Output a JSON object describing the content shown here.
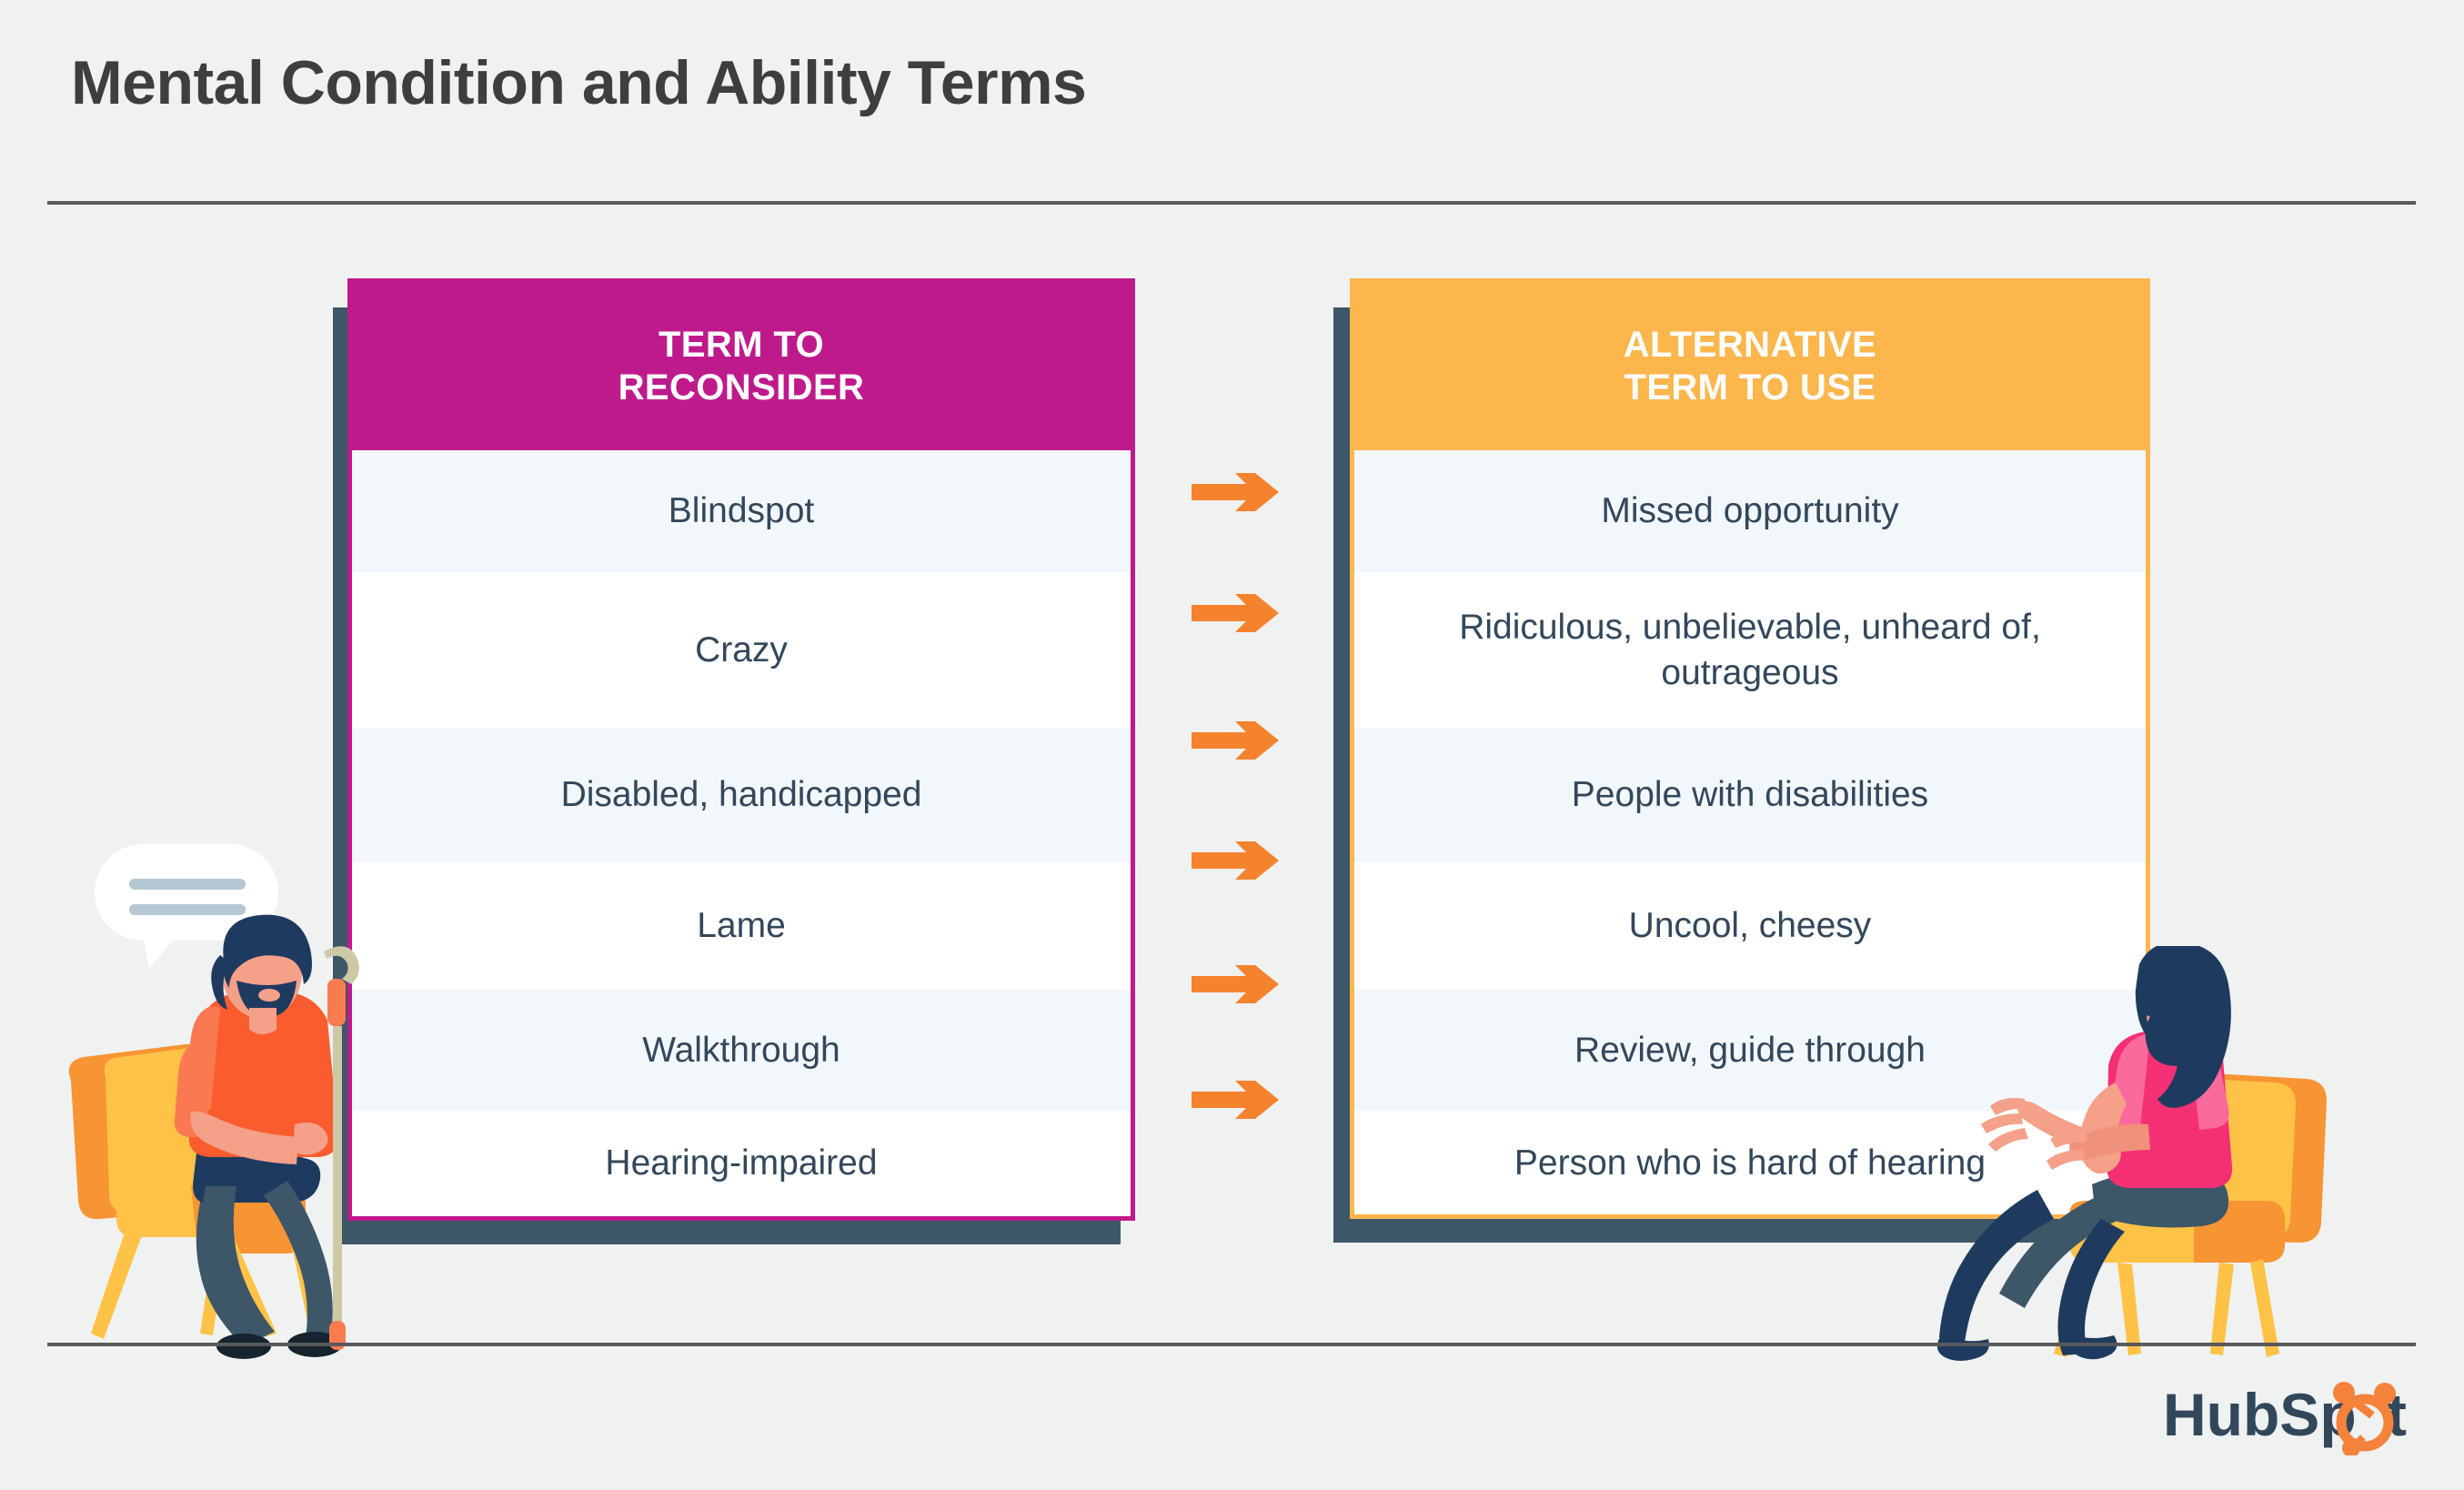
{
  "page": {
    "title": "Mental Condition and Ability Terms",
    "background_color": "#f0f1f1",
    "rule_color": "#58595b"
  },
  "colors": {
    "left_header_bg": "#bf1a8c",
    "right_header_bg": "#fbb64c",
    "card_shadow": "#3d5668",
    "row_alt_bg": "#f2f7fb",
    "row_plain_bg": "#ffffff",
    "body_text": "#33475b",
    "arrow": "#f5822d",
    "brand_navy": "#33475b",
    "brand_orange": "#f5823b"
  },
  "table": {
    "headers": {
      "left": "TERM TO\nRECONSIDER",
      "left_line1": "TERM TO",
      "left_line2": "RECONSIDER",
      "right": "ALTERNATIVE\nTERM TO USE",
      "right_line1": "ALTERNATIVE",
      "right_line2": "TERM TO USE"
    },
    "rows": [
      {
        "term": "Blindspot",
        "alternative": "Missed opportunity"
      },
      {
        "term": "Crazy",
        "alternative": "Ridiculous, unbelievable, unheard of, outrageous"
      },
      {
        "term": "Disabled, handicapped",
        "alternative": "People with disabilities"
      },
      {
        "term": "Lame",
        "alternative": "Uncool, cheesy"
      },
      {
        "term": "Walkthrough",
        "alternative": "Review, guide through"
      },
      {
        "term": "Hearing-impaired",
        "alternative": "Person who is hard of hearing"
      }
    ]
  },
  "arrows": {
    "count": 6,
    "direction": "right",
    "color": "#f5822d"
  },
  "illustrations": {
    "left_person": "seated-man-with-white-cane",
    "right_person": "seated-woman-signing",
    "speech_bubble": "speech-bubble-two-lines"
  },
  "branding": {
    "logo_text_1": "HubSp",
    "logo_text_2": "t",
    "logo_name": "HubSpot"
  }
}
